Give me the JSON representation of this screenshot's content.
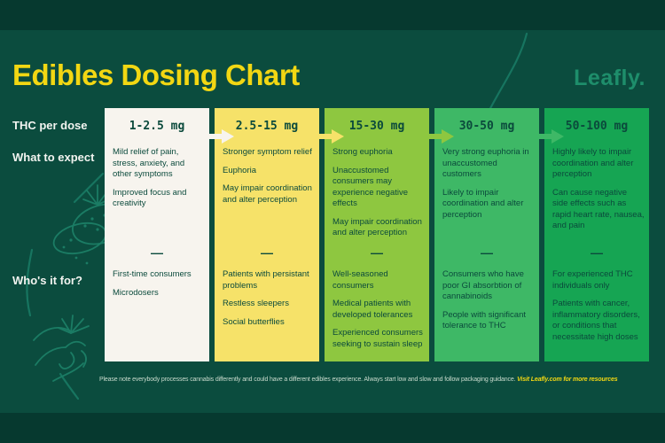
{
  "chart_data": {
    "type": "table",
    "title": "Edibles Dosing Chart",
    "row_headers": [
      "THC per dose",
      "What to expect",
      "Who's it for?"
    ],
    "columns": [
      {
        "dose": "1-2.5 mg",
        "color": "#f7f4ee",
        "what_to_expect": [
          "Mild relief of pain, stress, anxiety, and other symptoms",
          "Improved focus and creativity"
        ],
        "whos_it_for": [
          "First-time consumers",
          "Microdosers"
        ]
      },
      {
        "dose": "2.5-15 mg",
        "color": "#f6e269",
        "what_to_expect": [
          "Stronger symptom relief",
          "Euphoria",
          "May impair coordination and alter perception"
        ],
        "whos_it_for": [
          "Patients with persistant problems",
          "Restless sleepers",
          "Social butterflies"
        ]
      },
      {
        "dose": "15-30 mg",
        "color": "#8ec740",
        "what_to_expect": [
          "Strong euphoria",
          "Unaccustomed consumers may experience negative effects",
          "May impair coordination and alter perception"
        ],
        "whos_it_for": [
          "Well-seasoned consumers",
          "Medical patients with developed tolerances",
          "Experienced consumers seeking to sustain sleep"
        ]
      },
      {
        "dose": "30-50 mg",
        "color": "#3eb866",
        "what_to_expect": [
          "Very strong euphoria in unaccustomed customers",
          "Likely to impair coordination and alter perception"
        ],
        "whos_it_for": [
          "Consumers who have poor GI absorbtion of cannabinoids",
          "People with significant tolerance to THC"
        ]
      },
      {
        "dose": "50-100 mg",
        "color": "#16a553",
        "what_to_expect": [
          "Highly likely to impair coordination and alter perception",
          "Can cause negative side effects such as rapid heart rate, nausea, and pain"
        ],
        "whos_it_for": [
          "For experienced THC individuals only",
          "Patients with cancer, inflammatory disorders, or conditions that necessitate high doses"
        ]
      }
    ]
  },
  "header": {
    "title": "Edibles Dosing Chart",
    "logo": "Leafly."
  },
  "row_labels": {
    "dose": "THC per dose",
    "expect": "What to expect",
    "who": "Who's it for?"
  },
  "divider": "—",
  "footer": {
    "text": "Please note everybody processes cannabis differently and could have a different edibles experience. Always start low and slow and follow packaging guidance.",
    "highlight": "Visit Leafly.com for more resources"
  },
  "colors": {
    "background_outer": "#06392f",
    "background_main": "#0b4c3e",
    "title_yellow": "#f2d713",
    "column_text": "#0b4a3c",
    "logo_green": "#1e8e6b",
    "line_art": "#1b7c64",
    "footer_text": "#c9dbcd"
  }
}
